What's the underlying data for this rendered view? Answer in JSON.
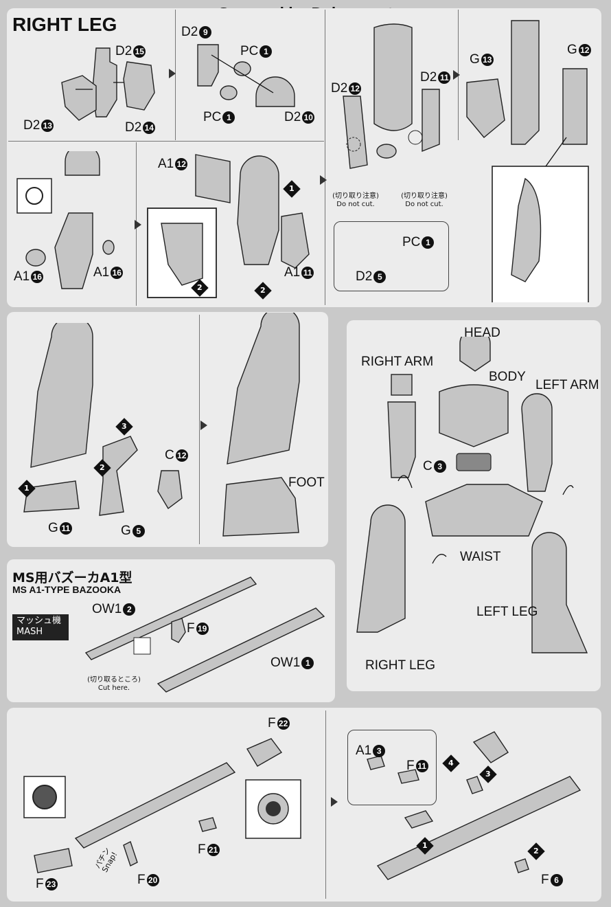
{
  "watermark": "Scanned by Dalong.net",
  "right_leg": {
    "title": "RIGHT LEG",
    "labels": {
      "d2_15": "D2",
      "d2_15n": "15",
      "d2_13": "D2",
      "d2_13n": "13",
      "d2_14": "D2",
      "d2_14n": "14",
      "d2_9": "D2",
      "d2_9n": "9",
      "pc1a": "PC",
      "pc1an": "1",
      "pc1b": "PC",
      "pc1bn": "1",
      "d2_10": "D2",
      "d2_10n": "10",
      "d2_12": "D2",
      "d2_12n": "12",
      "d2_11": "D2",
      "d2_11n": "11",
      "g13": "G",
      "g13n": "13",
      "g12": "G",
      "g12n": "12",
      "a1_16a": "A1",
      "a1_16an": "16",
      "a1_16b": "A1",
      "a1_16bn": "16",
      "a1_12": "A1",
      "a1_12n": "12",
      "a1_11": "A1",
      "a1_11n": "11",
      "pc1c": "PC",
      "pc1cn": "1",
      "d2_5": "D2",
      "d2_5n": "5",
      "c12": "C",
      "c12n": "12",
      "g11": "G",
      "g11n": "11",
      "g5": "G",
      "g5n": "5",
      "foot": "FOOT"
    },
    "caution_jp": "(切り取り注意)",
    "caution_en": "Do not cut.",
    "steps": {
      "s1": "1",
      "s2": "2",
      "s3": "3"
    }
  },
  "assembly": {
    "head": "HEAD",
    "right_arm": "RIGHT ARM",
    "body": "BODY",
    "left_arm": "LEFT ARM",
    "c3": "C",
    "c3n": "3",
    "waist": "WAIST",
    "left_leg": "LEFT LEG",
    "right_leg": "RIGHT LEG"
  },
  "bazooka": {
    "title_jp": "MS用バズーカA1型",
    "title_en": "MS A1-TYPE BAZOOKA",
    "mash_jp": "マッシュ機",
    "mash_en": "MASH",
    "ow1_2": "OW1",
    "ow1_2n": "2",
    "f19": "F",
    "f19n": "19",
    "ow1_1": "OW1",
    "ow1_1n": "1",
    "cut_jp": "(切り取るところ)",
    "cut_en": "Cut here.",
    "f22": "F",
    "f22n": "22",
    "f21": "F",
    "f21n": "21",
    "f23": "F",
    "f23n": "23",
    "f20": "F",
    "f20n": "20",
    "snap_jp": "パチン",
    "snap_en": "Snap!",
    "a1_3": "A1",
    "a1_3n": "3",
    "f11": "F",
    "f11n": "11",
    "f6": "F",
    "f6n": "6"
  }
}
